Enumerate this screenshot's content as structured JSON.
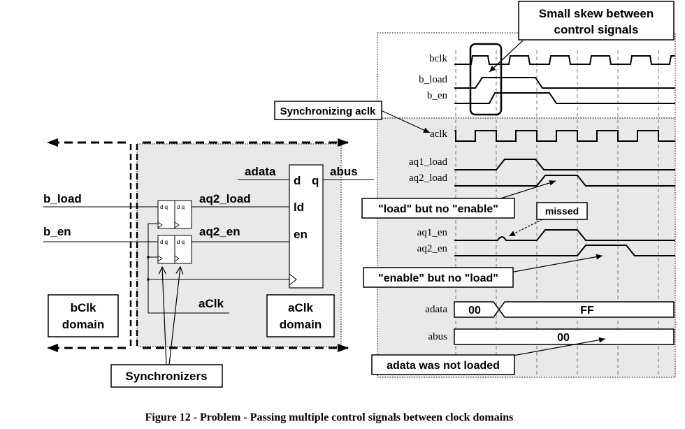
{
  "callouts": {
    "skew": [
      "Small skew between",
      "control signals"
    ],
    "sync_aclk": "Synchronizing aclk",
    "load_no_enable": "\"load\" but no \"enable\"",
    "missed": "missed",
    "enable_no_load": "\"enable\" but no \"load\"",
    "adata_not_loaded": "adata was not loaded",
    "synchronizers": "Synchronizers"
  },
  "schematic": {
    "inputs": {
      "b_load": "b_load",
      "b_en": "b_en"
    },
    "aq2_load": "aq2_load",
    "aq2_en": "aq2_en",
    "adata": "adata",
    "abus": "abus",
    "aClk": "aClk",
    "ff_text": "d q",
    "register": {
      "d": "d",
      "q": "q",
      "ld": "ld",
      "en": "en"
    },
    "bclk_domain": [
      "bClk",
      "domain"
    ],
    "aclk_domain": [
      "aClk",
      "domain"
    ]
  },
  "signals": {
    "bclk": "bclk",
    "b_load": "b_load",
    "b_en": "b_en",
    "aclk": "aclk",
    "aq1_load": "aq1_load",
    "aq2_load": "aq2_load",
    "aq1_en": "aq1_en",
    "aq2_en": "aq2_en",
    "adata": "adata",
    "abus": "abus"
  },
  "bus_values": {
    "adata_old": "00",
    "adata_new": "FF",
    "abus": "00"
  },
  "caption": "Figure 12 - Problem - Passing multiple control signals between clock domains"
}
